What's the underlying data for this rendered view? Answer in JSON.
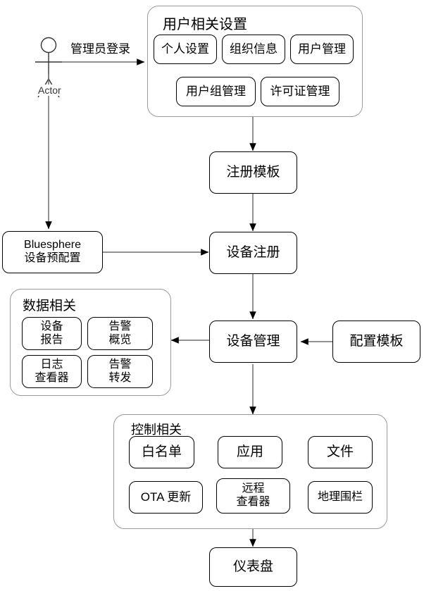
{
  "diagram": {
    "title_text": "",
    "colors": {
      "node_stroke": "#000000",
      "group_stroke": "#9a9a9a",
      "edge_stroke": "#6e6e6e",
      "arrow_fill": "#000000",
      "background": "#ffffff",
      "text": "#000000"
    },
    "actor": {
      "name": "actor-stick-figure",
      "caption": "Actor"
    },
    "edges": [
      {
        "name": "edge-admin-login",
        "label": "管理员登录",
        "from": "actor",
        "to": "user-related-settings-group"
      },
      {
        "name": "edge-actor-to-bluesphere",
        "label": "",
        "from": "actor",
        "to": "bluesphere-preconfig"
      },
      {
        "name": "edge-user-settings-to-register-template",
        "label": "",
        "from": "user-related-settings-group",
        "to": "register-template"
      },
      {
        "name": "edge-register-template-to-device-register",
        "label": "",
        "from": "register-template",
        "to": "device-register"
      },
      {
        "name": "edge-bluesphere-to-device-register",
        "label": "",
        "from": "bluesphere-preconfig",
        "to": "device-register"
      },
      {
        "name": "edge-device-register-to-device-manage",
        "label": "",
        "from": "device-register",
        "to": "device-manage"
      },
      {
        "name": "edge-device-manage-to-data-group",
        "label": "",
        "from": "device-manage",
        "to": "data-related-group"
      },
      {
        "name": "edge-config-template-to-device-manage",
        "label": "",
        "from": "config-template",
        "to": "device-manage"
      },
      {
        "name": "edge-device-manage-to-control-group",
        "label": "",
        "from": "device-manage",
        "to": "control-related-group"
      },
      {
        "name": "edge-ota-to-whitelist",
        "label": "",
        "from": "ota-update",
        "to": "whitelist"
      },
      {
        "name": "edge-control-group-to-dashboard",
        "label": "",
        "from": "control-related-group",
        "to": "dashboard"
      }
    ],
    "groups": [
      {
        "name": "user-related-settings-group",
        "title": "用户相关设置",
        "items": [
          {
            "name": "node-personal-settings",
            "label": "个人设置"
          },
          {
            "name": "node-org-info",
            "label": "组织信息"
          },
          {
            "name": "node-user-management",
            "label": "用户管理"
          },
          {
            "name": "node-user-group-management",
            "label": "用户组管理"
          },
          {
            "name": "node-license-management",
            "label": "许可证管理"
          }
        ]
      },
      {
        "name": "data-related-group",
        "title": "数据相关",
        "items": [
          {
            "name": "node-device-report",
            "label": "设备\n报告"
          },
          {
            "name": "node-alarm-overview",
            "label": "告警\n概览"
          },
          {
            "name": "node-log-viewer",
            "label": "日志\n查看器"
          },
          {
            "name": "node-alarm-forward",
            "label": "告警\n转发"
          }
        ]
      },
      {
        "name": "control-related-group",
        "title": "控制相关",
        "items": [
          {
            "name": "node-whitelist",
            "label": "白名单"
          },
          {
            "name": "node-application",
            "label": "应用"
          },
          {
            "name": "node-file",
            "label": "文件"
          },
          {
            "name": "node-ota-update",
            "label": "OTA 更新"
          },
          {
            "name": "node-remote-viewer",
            "label": "远程\n查看器"
          },
          {
            "name": "node-geofence",
            "label": "地理围栏"
          }
        ]
      }
    ],
    "nodes": [
      {
        "name": "node-bluesphere-preconfig",
        "label": "Bluesphere\n设备预配置"
      },
      {
        "name": "node-register-template",
        "label": "注册模板"
      },
      {
        "name": "node-device-register",
        "label": "设备注册"
      },
      {
        "name": "node-device-manage",
        "label": "设备管理"
      },
      {
        "name": "node-config-template",
        "label": "配置模板"
      },
      {
        "name": "node-dashboard",
        "label": "仪表盘"
      }
    ]
  }
}
